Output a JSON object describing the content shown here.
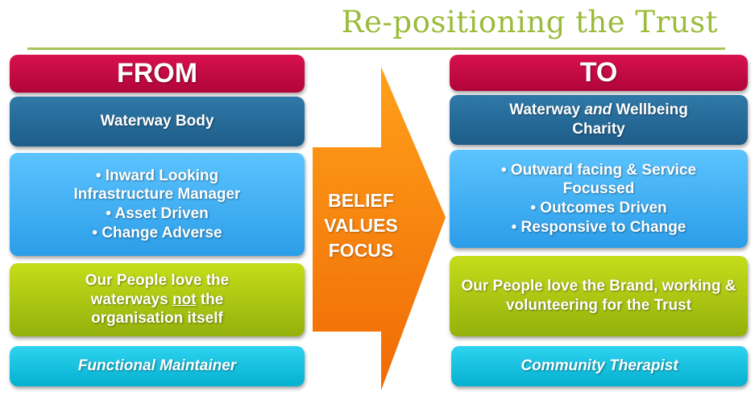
{
  "title": "Re-positioning the Trust",
  "from": {
    "heading": "FROM",
    "identity": "Waterway Body",
    "traits": [
      "• Inward Looking",
      "Infrastructure Manager",
      "• Asset Driven",
      "• Change Adverse"
    ],
    "people": {
      "before": "Our People love the waterways ",
      "emph": "not",
      "after": " the organisation itself"
    },
    "role": "Functional Maintainer"
  },
  "to": {
    "heading": "TO",
    "identity": {
      "a": "Waterway ",
      "emph": "and",
      "b": " Wellbeing Charity"
    },
    "traits": [
      "• Outward facing & Service",
      "Focussed",
      "• Outcomes Driven",
      "• Responsive to Change"
    ],
    "people": "Our People love the Brand, working & volunteering for the Trust",
    "role": "Community Therapist"
  },
  "arrow": {
    "lines": [
      "BELIEF",
      "VALUES",
      "FOCUS"
    ]
  },
  "colors": {
    "title": "#9bbb3a",
    "red": "#c80a45",
    "dark_blue": "#266b99",
    "light_blue": "#40b0f4",
    "green": "#aec714",
    "cyan": "#14c2e0",
    "arrow": "#f57d0a"
  }
}
